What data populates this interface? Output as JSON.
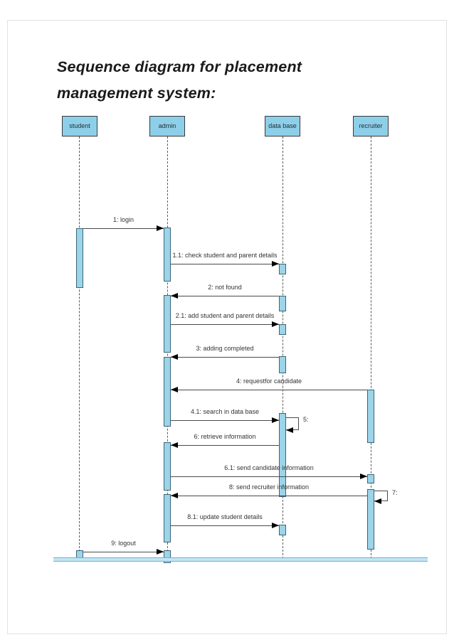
{
  "title": {
    "line1": "Sequence diagram for placement",
    "line2": "management system:"
  },
  "actors": [
    {
      "name": "student"
    },
    {
      "name": "admin"
    },
    {
      "name": "data base"
    },
    {
      "name": "recruiter"
    }
  ],
  "messages": [
    {
      "label": "1: login",
      "from": "student",
      "to": "admin"
    },
    {
      "label": "1.1: check student and parent details",
      "from": "admin",
      "to": "data base"
    },
    {
      "label": "2: not found",
      "from": "data base",
      "to": "admin"
    },
    {
      "label": "2.1: add student and parent details",
      "from": "admin",
      "to": "data base"
    },
    {
      "label": "3: adding completed",
      "from": "data base",
      "to": "admin"
    },
    {
      "label": "4: requestfor candidate",
      "from": "recruiter",
      "to": "admin"
    },
    {
      "label": "4.1: search in data base",
      "from": "admin",
      "to": "data base"
    },
    {
      "label": "5:",
      "from": "data base",
      "to": "data base",
      "self": true
    },
    {
      "label": "6: retrieve information",
      "from": "data base",
      "to": "admin"
    },
    {
      "label": "6.1: send candidate information",
      "from": "admin",
      "to": "recruiter"
    },
    {
      "label": "8: send recruiter information",
      "from": "recruiter",
      "to": "admin"
    },
    {
      "label": "7:",
      "from": "recruiter",
      "to": "recruiter",
      "self": true
    },
    {
      "label": "8.1: update student details",
      "from": "admin",
      "to": "data base"
    },
    {
      "label": "9: logout",
      "from": "student",
      "to": "admin"
    }
  ],
  "colors": {
    "actor_fill": "#8dcfe8",
    "activation_fill": "#9cd4e8",
    "activation_border": "#3c657a",
    "message_line": "#4a4a4a",
    "arrowhead": "#000000",
    "baseline_fill": "#c3e5f3",
    "baseline_edge": "#6cb1d3",
    "title_text": "#1a1a1a"
  }
}
